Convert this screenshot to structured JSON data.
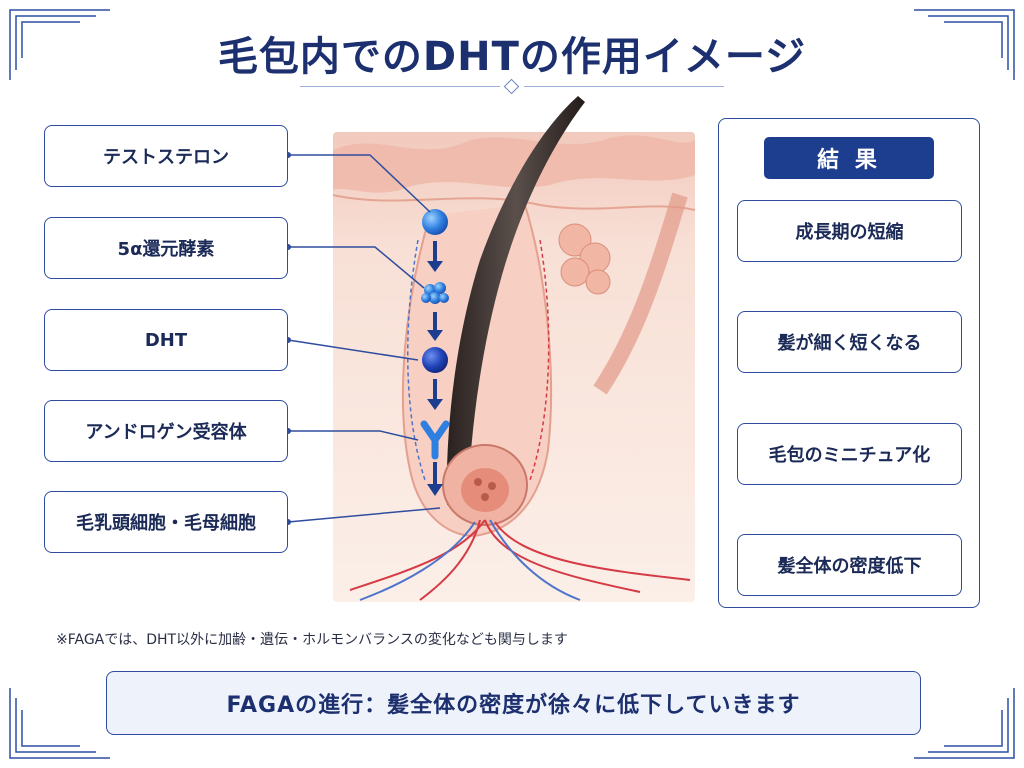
{
  "title": "毛包内でのDHTの作用イメージ",
  "left_labels": [
    {
      "id": "testosterone",
      "label": "テストステロン"
    },
    {
      "id": "enzyme",
      "label": "5α還元酵素"
    },
    {
      "id": "dht",
      "label": "DHT"
    },
    {
      "id": "receptor",
      "label": "アンドロゲン受容体"
    },
    {
      "id": "cells",
      "label": "毛乳頭細胞・毛母細胞"
    }
  ],
  "results": {
    "heading": "結 果",
    "steps": [
      {
        "label": "成長期の短縮"
      },
      {
        "label": "髪が細く短くなる"
      },
      {
        "label": "毛包のミニチュア化"
      },
      {
        "label": "髪全体の密度低下"
      }
    ]
  },
  "note": "※FAGAでは、DHT以外に加齢・遺伝・ホルモンバランスの変化なども関与します",
  "banner": "FAGAの進行：髪全体の密度が徐々に低下していきます",
  "colors": {
    "navy": "#1d3d8f",
    "blue": "#2f6fd6",
    "skin": "#f6d9cf",
    "hair": "#3a3230",
    "vessel_red": "#d63a45",
    "vessel_blue": "#4f74c9"
  },
  "icons": [
    "testosterone-sphere-icon",
    "enzyme-cluster-icon",
    "dht-sphere-icon",
    "receptor-y-icon",
    "down-arrow-icon"
  ]
}
